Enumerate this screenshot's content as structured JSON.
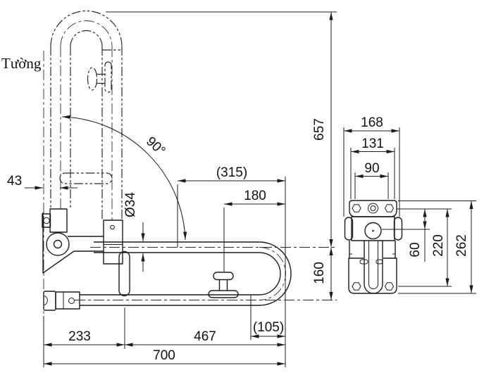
{
  "drawing_type": "flip-up grab bar dimensional drawing",
  "wall_label": "Tường",
  "front_view": {
    "dimensions": {
      "wall_offset": "43",
      "tube_diameter": "Ø34",
      "swing_angle": "90°",
      "folded_reference": "(315)",
      "lock_to_end": "180",
      "folded_height": "657",
      "end_loop_height": "160",
      "end_curve_ref": "(105)",
      "wall_to_crossbar": "233",
      "crossbar_to_end": "467",
      "total_length": "700"
    }
  },
  "side_view": {
    "dimensions": {
      "bracket_width": "168",
      "plate_width": "131",
      "bolt_spacing": "90",
      "plate_to_tube_center": "60",
      "bolt_vertical_spacing": "220",
      "bracket_height": "262"
    }
  },
  "colors": {
    "line": "#1c1c1c",
    "background": "#ffffff"
  }
}
